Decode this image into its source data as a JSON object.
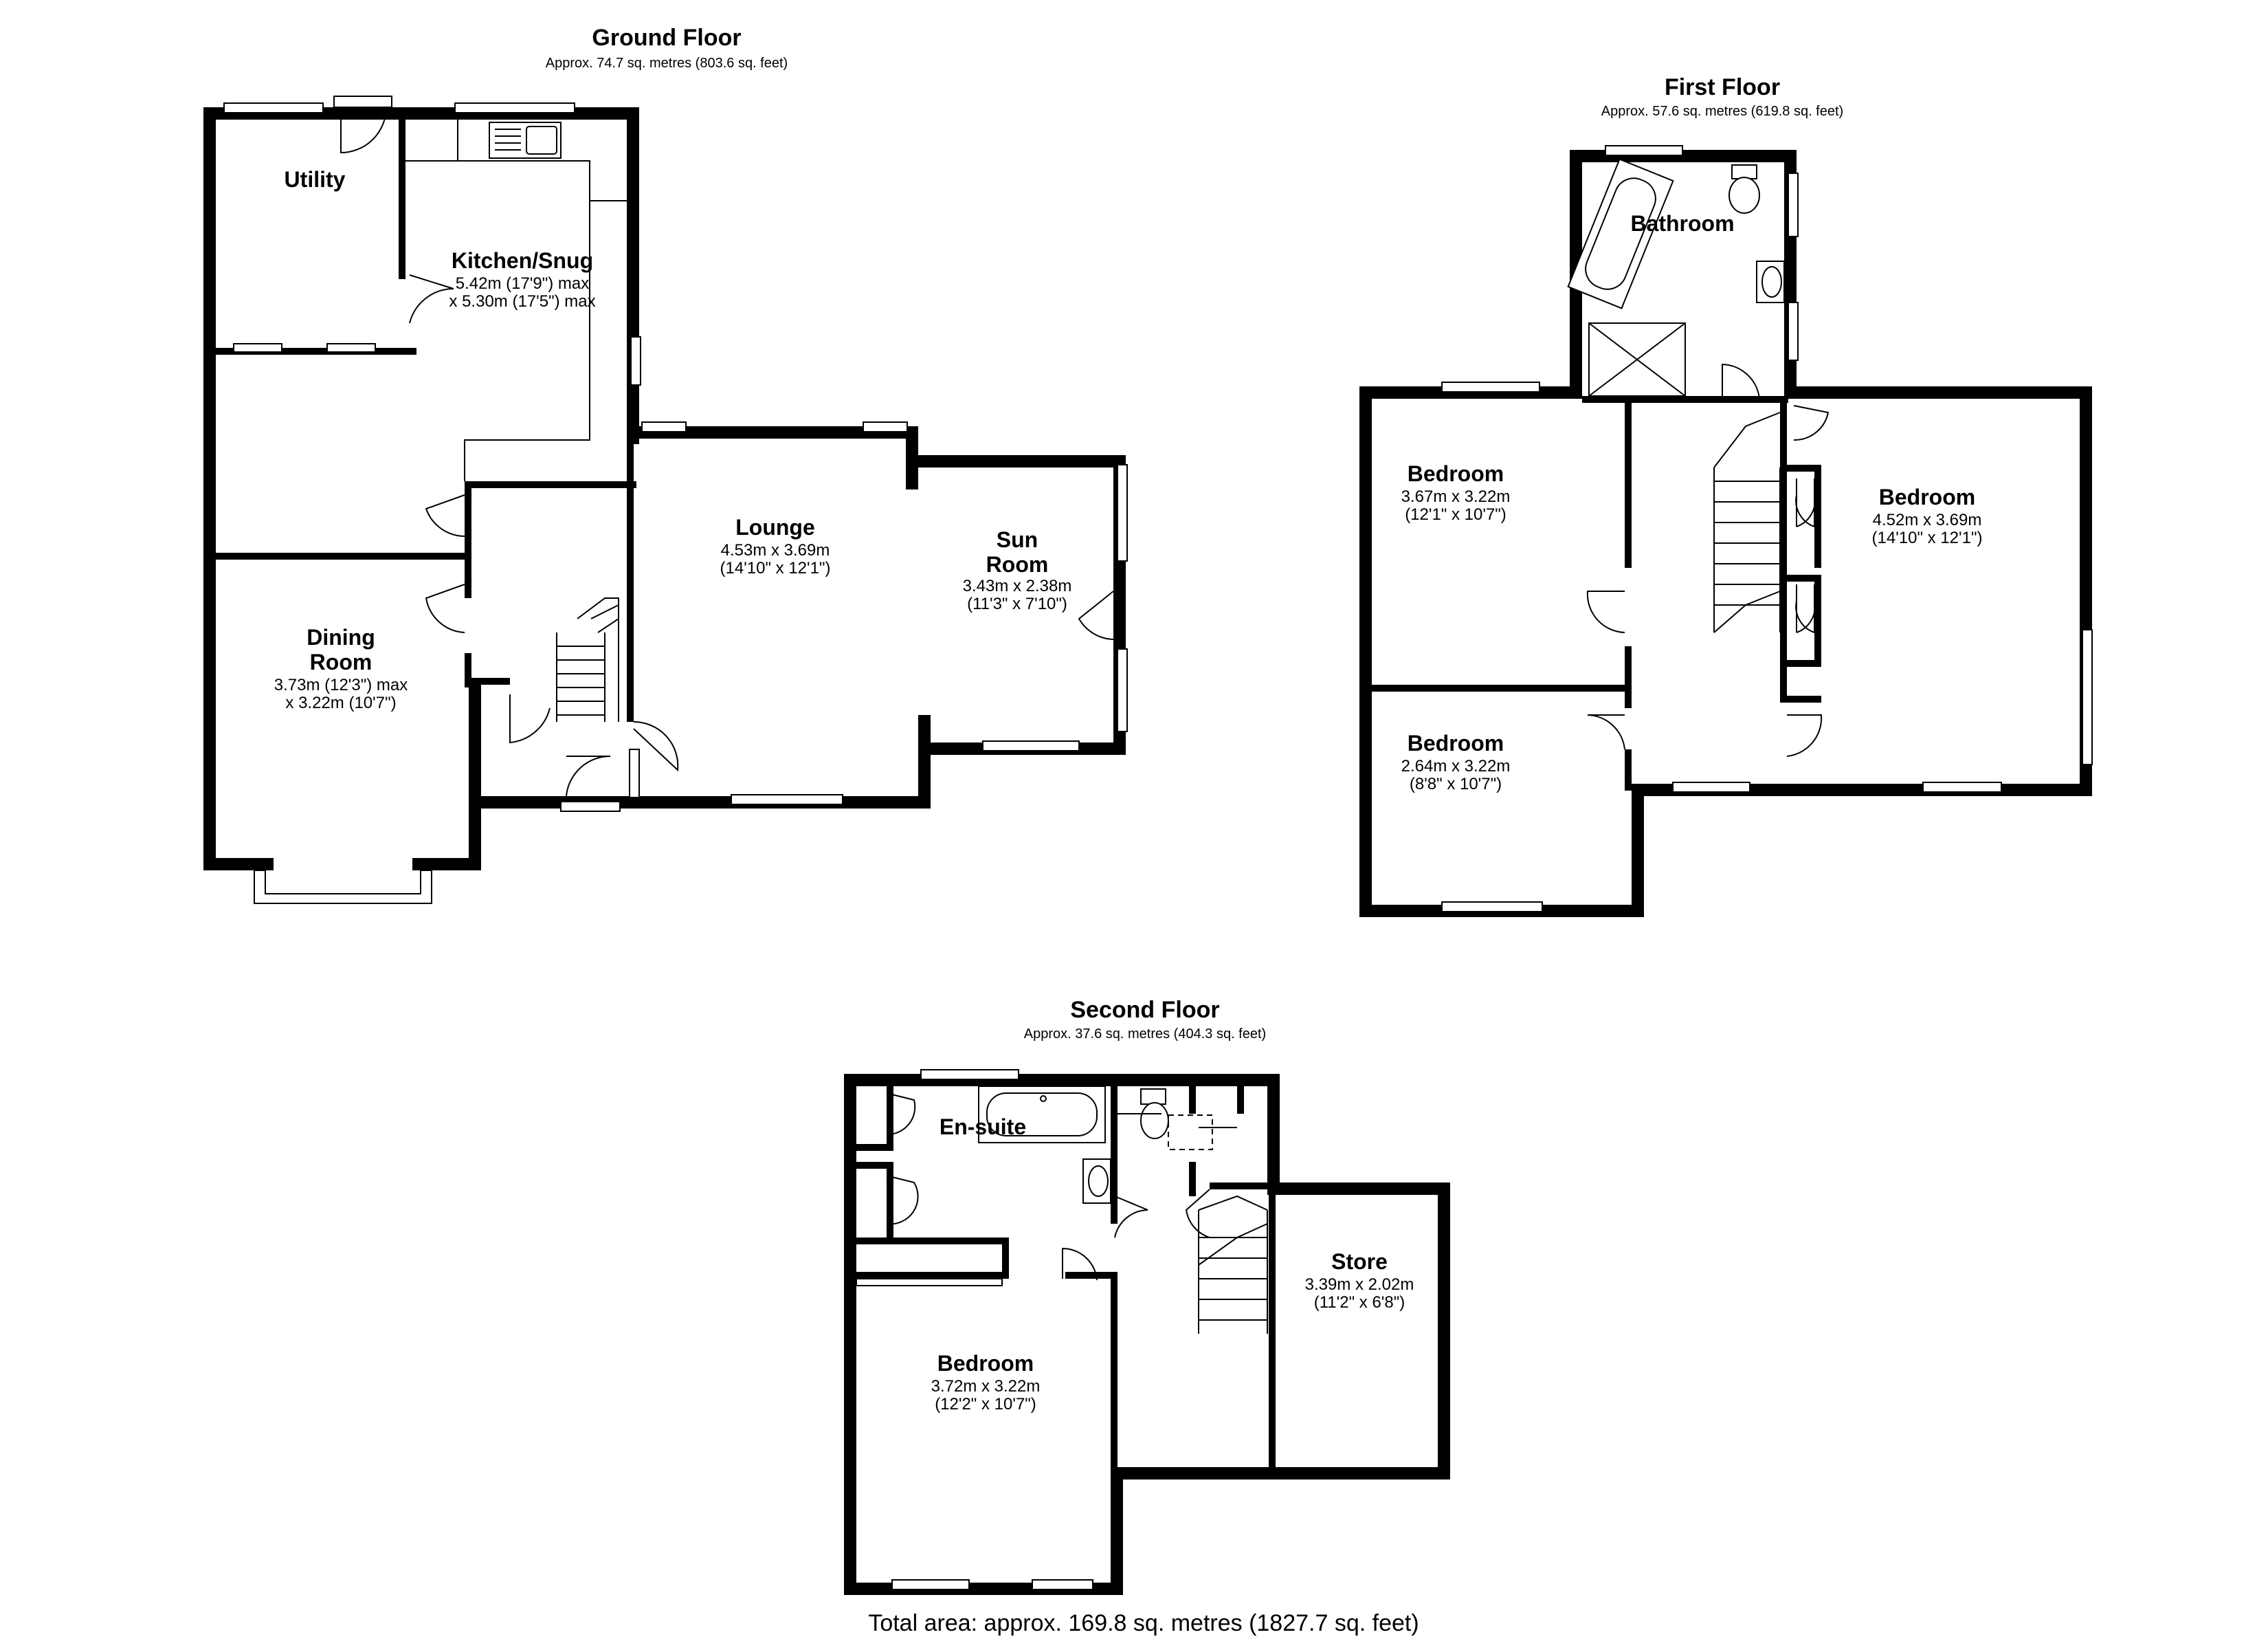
{
  "floors": [
    {
      "id": "ground",
      "title": "Ground Floor",
      "area": "Approx. 74.7 sq. metres (803.6 sq. feet)",
      "rooms": [
        {
          "name": "Utility",
          "dims": []
        },
        {
          "name": "Kitchen/Snug",
          "dims": [
            "5.42m (17'9\") max",
            "x 5.30m (17'5\") max"
          ]
        },
        {
          "name": "Lounge",
          "dims": [
            "4.53m x 3.69m",
            "(14'10\" x 12'1\")"
          ]
        },
        {
          "name": "Sun",
          "name2": "Room",
          "dims": [
            "3.43m x 2.38m",
            "(11'3\" x 7'10\")"
          ]
        },
        {
          "name": "Dining",
          "name2": "Room",
          "dims": [
            "3.73m (12'3\") max",
            "x 3.22m (10'7\")"
          ]
        }
      ]
    },
    {
      "id": "first",
      "title": "First Floor",
      "area": "Approx. 57.6 sq. metres (619.8 sq. feet)",
      "rooms": [
        {
          "name": "Bathroom",
          "dims": []
        },
        {
          "name": "Bedroom",
          "dims": [
            "3.67m x 3.22m",
            "(12'1\" x 10'7\")"
          ]
        },
        {
          "name": "Bedroom",
          "dims": [
            "4.52m x 3.69m",
            "(14'10\" x 12'1\")"
          ]
        },
        {
          "name": "Bedroom",
          "dims": [
            "2.64m x 3.22m",
            "(8'8\" x 10'7\")"
          ]
        }
      ]
    },
    {
      "id": "second",
      "title": "Second Floor",
      "area": "Approx. 37.6 sq. metres (404.3 sq. feet)",
      "rooms": [
        {
          "name": "En-suite",
          "dims": []
        },
        {
          "name": "Store",
          "dims": [
            "3.39m x 2.02m",
            "(11'2\" x 6'8\")"
          ]
        },
        {
          "name": "Bedroom",
          "dims": [
            "3.72m x 3.22m",
            "(12'2\" x 10'7\")"
          ]
        }
      ]
    }
  ],
  "total_area": "Total area: approx. 169.8 sq. metres (1827.7 sq. feet)"
}
